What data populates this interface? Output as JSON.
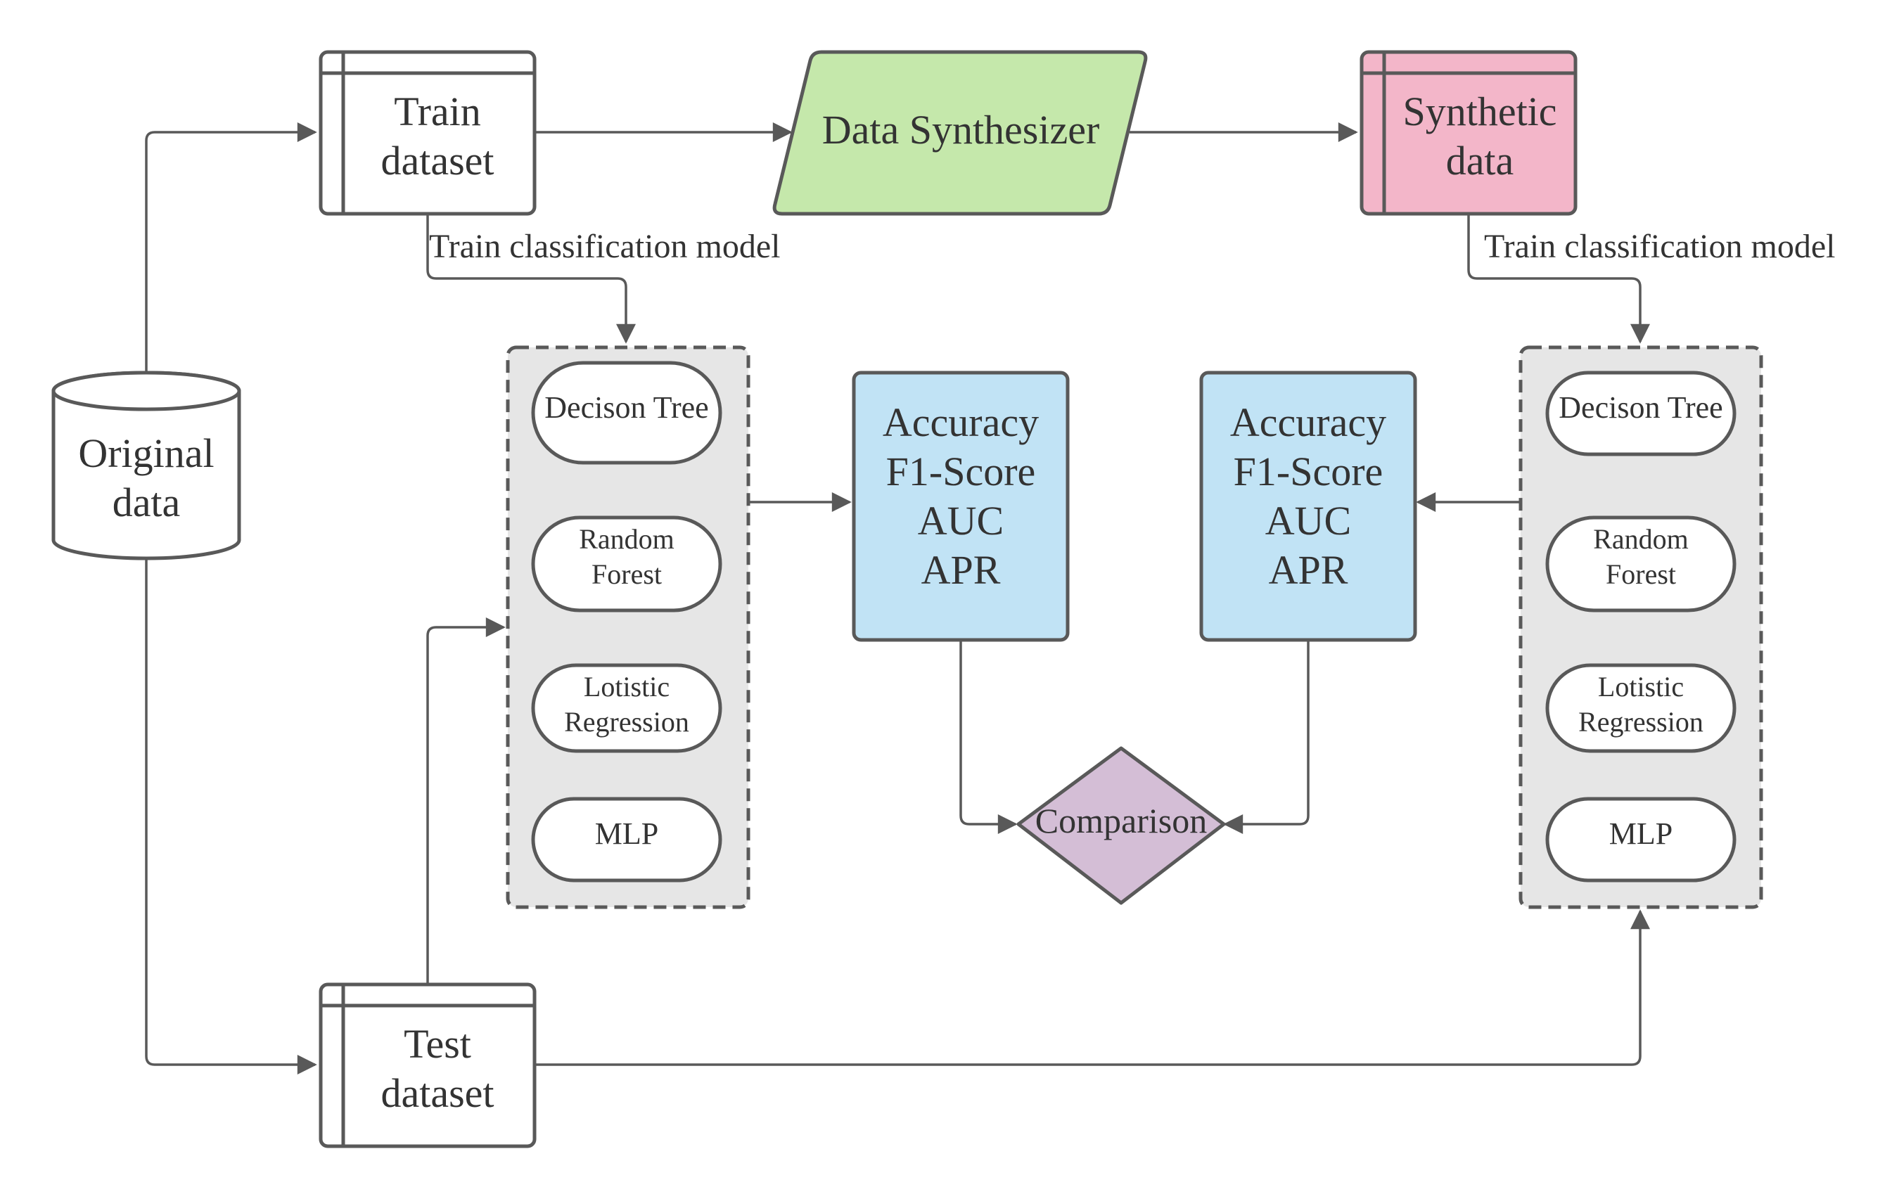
{
  "nodes": {
    "original": [
      "Original",
      "data"
    ],
    "train": [
      "Train",
      "dataset"
    ],
    "test": [
      "Test",
      "dataset"
    ],
    "synthesizer": "Data Synthesizer",
    "synthetic": [
      "Synthetic",
      "data"
    ],
    "comparison": "Comparison"
  },
  "models_left": {
    "items": [
      [
        "Decison Tree"
      ],
      [
        "Random",
        "Forest"
      ],
      [
        "Lotistic",
        "Regression"
      ],
      [
        "MLP"
      ]
    ]
  },
  "models_right": {
    "items": [
      [
        "Decison Tree"
      ],
      [
        "Random",
        "Forest"
      ],
      [
        "Lotistic",
        "Regression"
      ],
      [
        "MLP"
      ]
    ]
  },
  "metrics_left": [
    "Accuracy",
    "F1-Score",
    "AUC",
    "APR"
  ],
  "metrics_right": [
    "Accuracy",
    "F1-Score",
    "AUC",
    "APR"
  ],
  "edge_labels": {
    "train_left": "Train classification model",
    "train_right": "Train classification model"
  },
  "colors": {
    "stroke": "#595959",
    "text": "#333333",
    "synthesizer_fill": "#c5e8ab",
    "synthetic_fill": "#f3b6c9",
    "metrics_fill": "#c1e3f5",
    "comparison_fill": "#d4bed6",
    "group_fill": "#e6e6e6"
  }
}
